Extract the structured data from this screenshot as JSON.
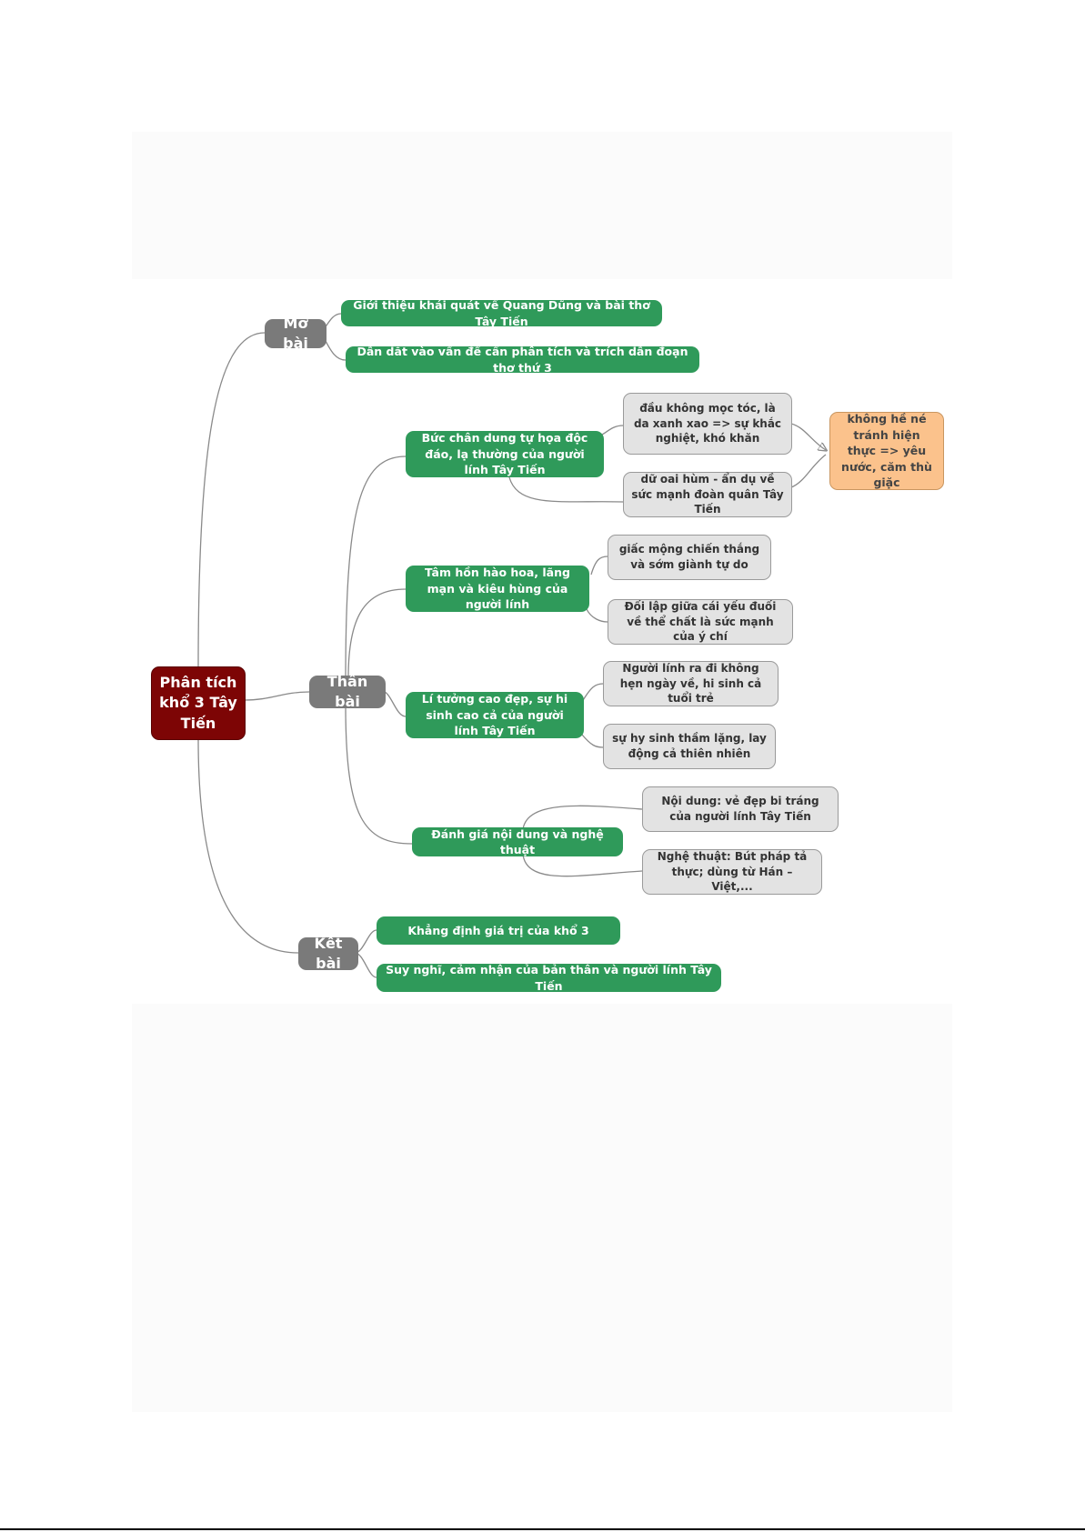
{
  "root": {
    "label": "Phân tích khổ 3 Tây Tiến"
  },
  "mo_bai": {
    "label": "Mở bài",
    "items": [
      "Giới thiệu khái quát về Quang Dũng và bài thơ Tây Tiến",
      "Dẫn dắt vào vấn đề cần phân tích và trích dẫn đoạn thơ thứ 3"
    ]
  },
  "than_bai": {
    "label": "Thân bài",
    "branches": [
      {
        "label": "Bức chân dung tự họa độc đáo, lạ thường của người lính Tây Tiến",
        "details": [
          "đầu không mọc tóc, là da xanh xao => sự khắc nghiệt, khó khăn",
          "dữ oai hùm - ẩn dụ về sức mạnh đoàn quân Tây Tiến"
        ],
        "conclusion": "không hề né tránh hiện thực => yêu nước, căm thù giặc"
      },
      {
        "label": "Tâm hồn hào hoa, lãng mạn và kiêu hùng của người lính",
        "details": [
          "giấc mộng chiến thắng và sớm giành tự do",
          "Đối lập giữa cái yếu đuối về thể chất là sức mạnh của ý chí"
        ]
      },
      {
        "label": "Lí tưởng cao đẹp, sự hi sinh cao cả của người lính Tây Tiến",
        "details": [
          "Người lính ra đi không hẹn ngày về, hi sinh cả tuổi trẻ",
          "sự hy sinh thầm lặng, lay động cả thiên nhiên"
        ]
      },
      {
        "label": "Đánh giá nội dung và nghệ thuật",
        "details": [
          "Nội dung: vẻ đẹp bi tráng của người lính Tây Tiến",
          "Nghệ thuật: Bút pháp tả thực; dùng từ Hán – Việt,..."
        ]
      }
    ]
  },
  "ket_bai": {
    "label": "Kết bài",
    "items": [
      "Khẳng định giá trị của khổ 3",
      "Suy nghĩ, cảm nhận của bản thân và người lính Tây Tiến"
    ]
  }
}
